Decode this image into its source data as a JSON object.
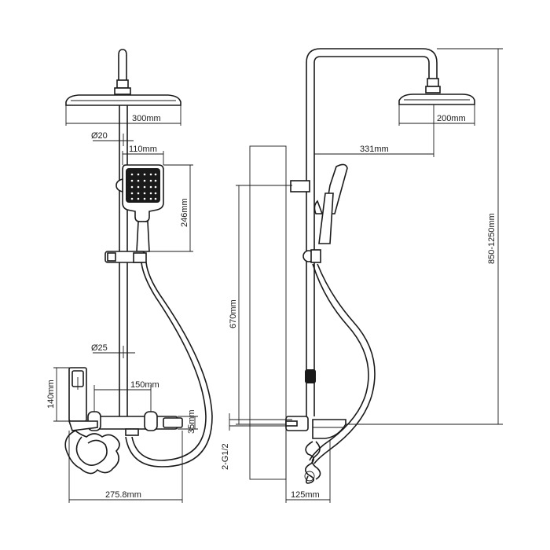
{
  "dimensions": {
    "head_width_front": "300mm",
    "pipe_dia_upper": "Ø20",
    "handset_width": "110mm",
    "handset_height": "246mm",
    "pipe_dia_lower": "Ø25",
    "shelf_height": "140mm",
    "mixer_center": "150mm",
    "mixer_height": "35mm",
    "total_width": "275.8mm",
    "head_width_side": "200mm",
    "arm_length": "331mm",
    "total_height": "850-1250mm",
    "riser_height": "670mm",
    "inlet_thread": "2-G1/2",
    "wall_offset": "125mm"
  }
}
